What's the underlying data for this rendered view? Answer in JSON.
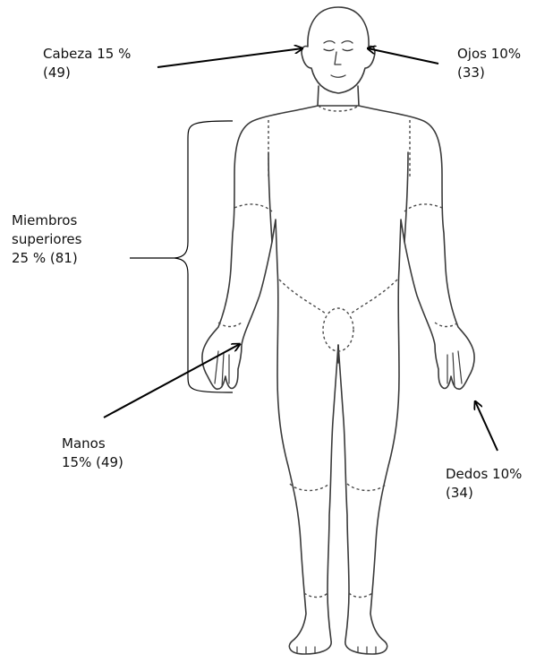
{
  "labels": {
    "cabeza": {
      "line1": "Cabeza 15 %",
      "line2": "(49)"
    },
    "ojos": {
      "line1": "Ojos 10%",
      "line2": "(33)"
    },
    "miembros": {
      "line1": "Miembros",
      "line2": "superiores",
      "line3": "25 % (81)"
    },
    "manos": {
      "line1": "Manos",
      "line2": "15% (49)"
    },
    "dedos": {
      "line1": "Dedos 10%",
      "line2": "(34)"
    }
  },
  "colors": {
    "outline": "#3a3a3a",
    "arrow": "#000000",
    "text": "#111111"
  }
}
